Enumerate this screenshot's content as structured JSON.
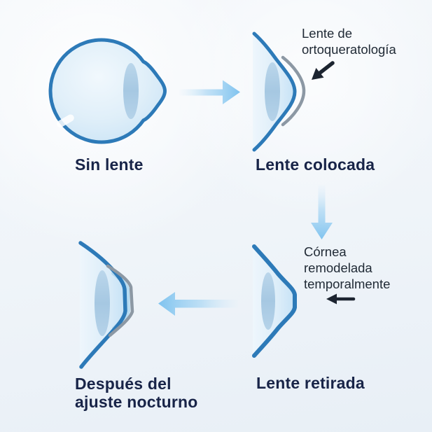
{
  "diagram_title": "",
  "panels": {
    "sin_lente": {
      "label": "Sin lente",
      "illustration": "full-eyeball-cross-section"
    },
    "lente_colocada": {
      "label": "Lente colocada",
      "illustration": "cornea-with-ortho-k-lens",
      "annotation": {
        "line1": "Lente de",
        "line2": "ortoqueratología"
      }
    },
    "lente_retirada": {
      "label": "Lente retirada",
      "illustration": "flattened-cornea-no-lens",
      "annotation": {
        "line1": "Córnea",
        "line2": "remodelada",
        "line3": "temporalmente"
      }
    },
    "despues_ajuste": {
      "label": {
        "line1": "Después del",
        "line2": "ajuste nocturno"
      },
      "illustration": "flattened-cornea-lens-lifting-off"
    }
  },
  "icons": {
    "flow_arrow_1": "right-arrow",
    "flow_arrow_2": "down-arrow",
    "flow_arrow_3": "left-arrow",
    "pointer_arrow_1": "down-left-arrow",
    "pointer_arrow_2": "left-arrow"
  },
  "colors": {
    "eye_outline_blue": "#2d7ab8",
    "eye_fill_light": "#d7eaf8",
    "crystalline_lens": "#a7c8e2",
    "ortho_k_lens_gray": "#8c98a4",
    "flow_arrow_blue": "#85c7f0",
    "pointer_arrow_black": "#1c2430",
    "label_navy": "#182448",
    "annotation_dark": "#212b36",
    "background": "#eef3f8"
  }
}
